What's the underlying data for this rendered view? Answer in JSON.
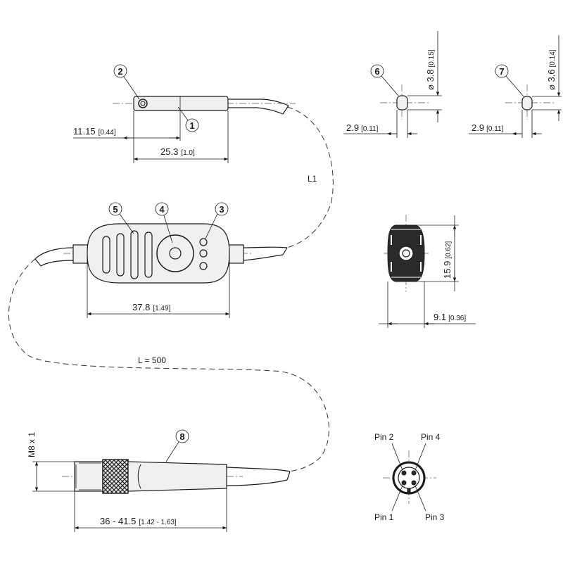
{
  "callouts": [
    "1",
    "2",
    "3",
    "4",
    "5",
    "6",
    "7",
    "8"
  ],
  "dimensions": {
    "sensor_offset": {
      "main": "11.15",
      "sub": "[0.44]"
    },
    "sensor_length": {
      "main": "25.3",
      "sub": "[1.0]"
    },
    "head6_diameter": {
      "main": "⌀ 3.8",
      "sub": "[0.15]"
    },
    "head6_width": {
      "main": "2.9",
      "sub": "[0.11]"
    },
    "head7_diameter": {
      "main": "⌀ 3.6",
      "sub": "[0.14]"
    },
    "head7_width": {
      "main": "2.9",
      "sub": "[0.11]"
    },
    "amp_length": {
      "main": "37.8",
      "sub": "[1.49]"
    },
    "amp_height": {
      "main": "15.9",
      "sub": "[0.62]"
    },
    "amp_depth": {
      "main": "9.1",
      "sub": "[0.36]"
    },
    "connector_length": {
      "main": "36 - 41.5",
      "sub": "[1.42 - 1.63]"
    }
  },
  "labels": {
    "cable_l1": "L1",
    "cable_l": "L = 500",
    "thread": "M8 x 1"
  },
  "pins": [
    "Pin 2",
    "Pin 4",
    "Pin 1",
    "Pin 3"
  ]
}
